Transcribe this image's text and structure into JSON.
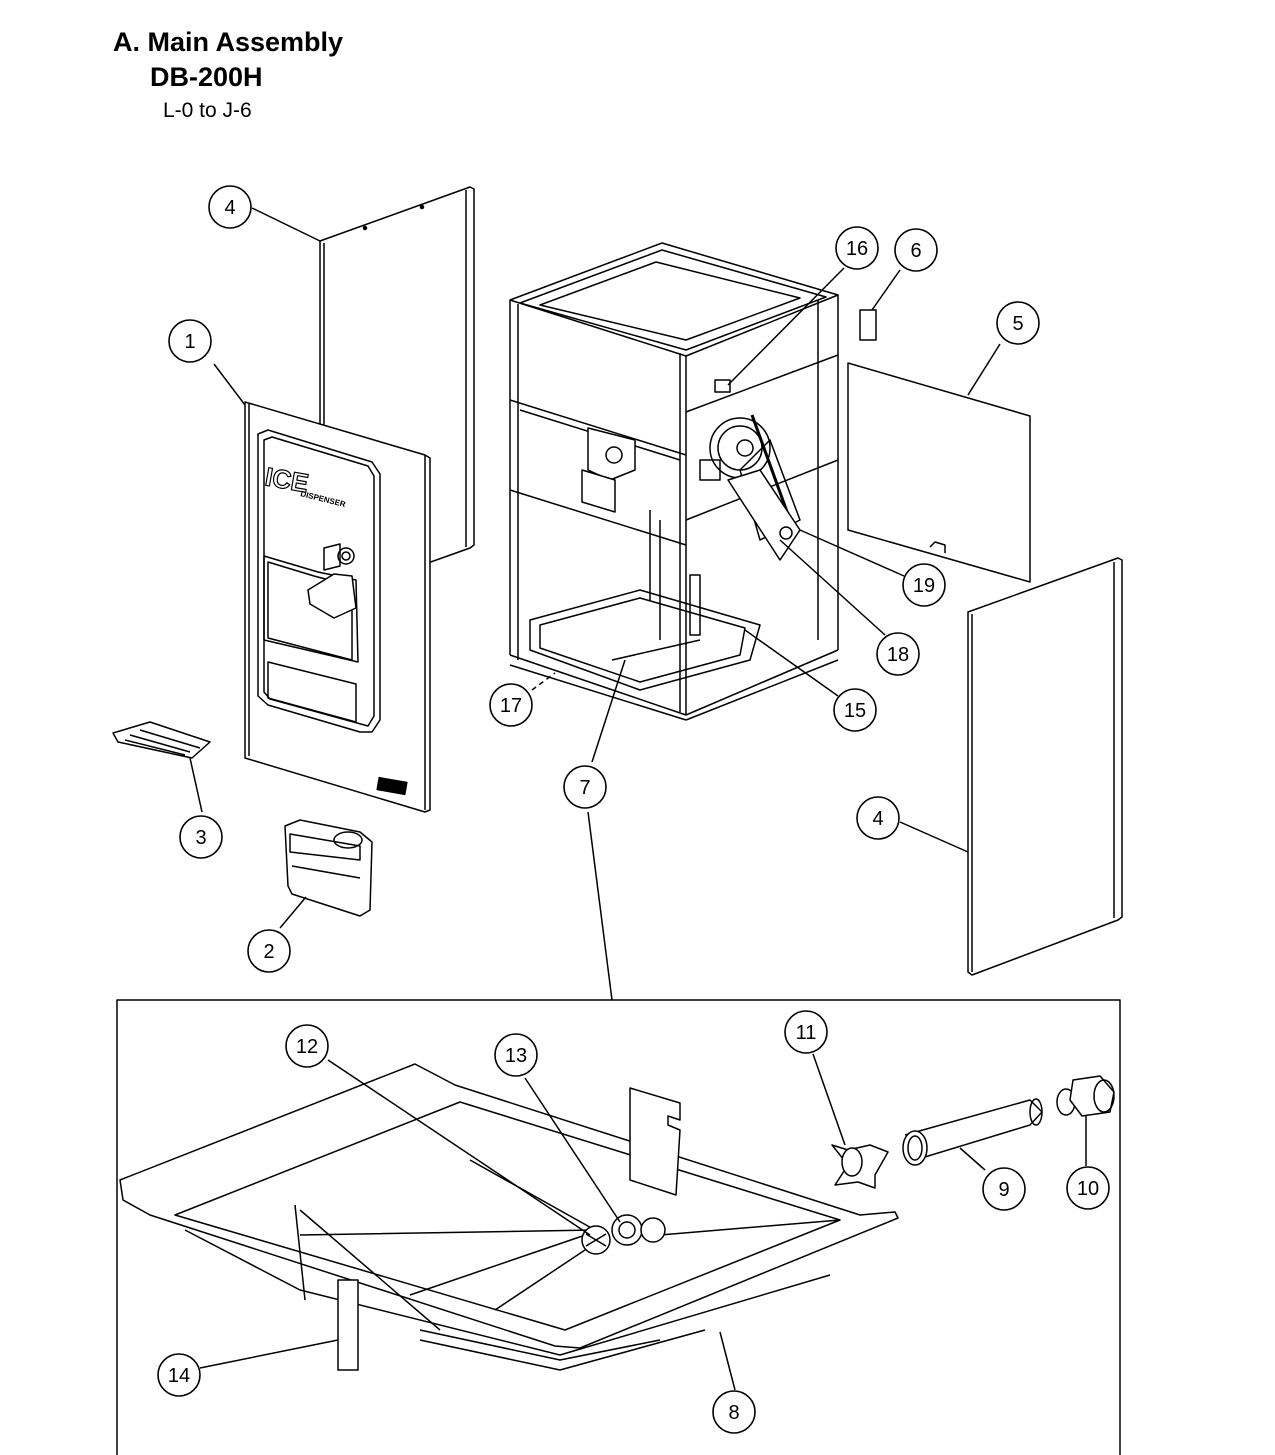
{
  "header": {
    "title": "A. Main Assembly",
    "model": "DB-200H",
    "serial_range": "L-0 to J-6"
  },
  "panel": {
    "logo_text": "ICE",
    "logo_subtext": "DISPENSER"
  },
  "callouts": [
    {
      "label": "1"
    },
    {
      "label": "2"
    },
    {
      "label": "3"
    },
    {
      "label": "4"
    },
    {
      "label": "4"
    },
    {
      "label": "5"
    },
    {
      "label": "6"
    },
    {
      "label": "7"
    },
    {
      "label": "8"
    },
    {
      "label": "9"
    },
    {
      "label": "10"
    },
    {
      "label": "11"
    },
    {
      "label": "12"
    },
    {
      "label": "13"
    },
    {
      "label": "14"
    },
    {
      "label": "15"
    },
    {
      "label": "16"
    },
    {
      "label": "17"
    },
    {
      "label": "18"
    },
    {
      "label": "19"
    }
  ]
}
